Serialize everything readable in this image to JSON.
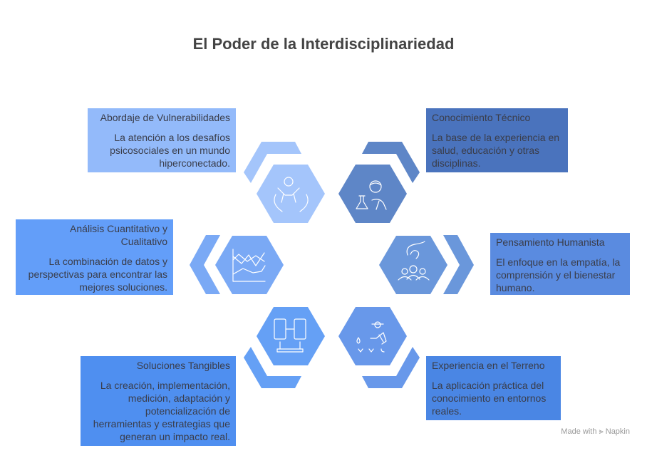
{
  "title": "El Poder de la Interdisciplinariedad",
  "items": [
    {
      "title": "Abordaje de Vulnerabilidades",
      "body": "La atención a los desafíos psicosociales en un mundo hiperconectado.",
      "icon": "hands-child-icon",
      "color": "#a4c5fb",
      "box_color": "#93bafa"
    },
    {
      "title": "Conocimiento Técnico",
      "body": "La base de la experiencia en salud, educación y otras disciplinas.",
      "icon": "scientist-flask-icon",
      "color": "#5e86c7",
      "box_color": "#4a73bd"
    },
    {
      "title": "Análisis Cuantitativo y Cualitativo",
      "body": "La combinación de datos y perspectivas para encontrar las mejores soluciones.",
      "icon": "line-chart-icon",
      "color": "#7aa9f5",
      "box_color": "#639ef9"
    },
    {
      "title": "Pensamiento Humanista",
      "body": "El enfoque en la empatía, la comprensión y el bienestar humano.",
      "icon": "hand-people-icon",
      "color": "#6a97db",
      "box_color": "#5a8be0"
    },
    {
      "title": "Soluciones Tangibles",
      "body": "La creación, implementación, medición, adaptación y potencialización de herramientas y estrategias que generan un impacto real.",
      "icon": "devices-icon",
      "color": "#65a0f5",
      "box_color": "#4f8ff0"
    },
    {
      "title": "Experiencia en el Terreno",
      "body": "La aplicación práctica del conocimiento en entornos reales.",
      "icon": "field-worker-icon",
      "color": "#6898ea",
      "box_color": "#4a86e4"
    }
  ],
  "footer": "Made with ⪢ Napkin"
}
